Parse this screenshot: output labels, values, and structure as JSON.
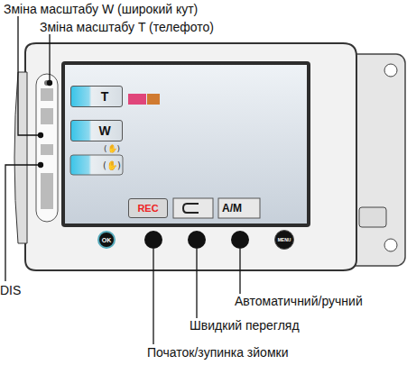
{
  "diagram": {
    "nodes": [
      {
        "text": [
          "T"
        ]
      },
      {
        "text": [
          "W"
        ]
      },
      {
        "text": [
          "REC"
        ]
      },
      {
        "text": [
          "OK"
        ]
      },
      {
        "text": [
          "MENU"
        ]
      }
    ],
    "labels": [
      "Зміна масштабу W (широкий кут)",
      "Зміна масштабу T (телефото)",
      "DIS",
      "Автоматичний/ручний",
      "Швидкий перегляд",
      "Початок/зупинка зйомки",
      "A/M"
    ]
  }
}
